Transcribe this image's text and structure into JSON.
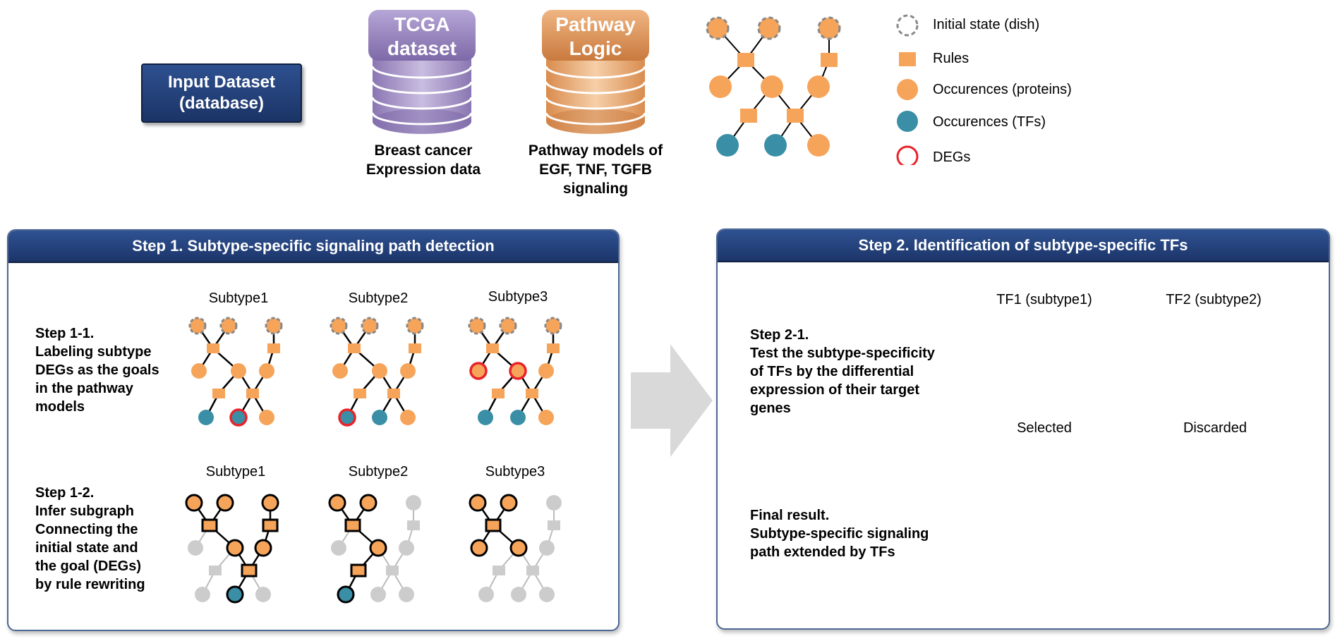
{
  "header": {
    "input_dataset": [
      "Input Dataset",
      "(database)"
    ],
    "db1": {
      "title": [
        "TCGA",
        "dataset"
      ],
      "caption": [
        "Breast cancer",
        "Expression data"
      ]
    },
    "db2": {
      "title": [
        "Pathway",
        "Logic"
      ],
      "caption": [
        "Pathway models of",
        "EGF, TNF, TGFB",
        "signaling"
      ]
    }
  },
  "legend": {
    "initial_state": "Initial state (dish)",
    "rules": "Rules",
    "occ_proteins": "Occurences (proteins)",
    "occ_tfs": "Occurences (TFs)",
    "degs": "DEGs"
  },
  "step1": {
    "title": "Step 1. Subtype-specific signaling path detection",
    "step1_1": [
      "Step 1-1.",
      "Labeling subtype",
      "DEGs as the goals",
      "in the pathway",
      "models"
    ],
    "step1_2": [
      "Step 1-2.",
      "Infer subgraph",
      "Connecting the",
      "initial state and",
      "the goal (DEGs)",
      "by rule rewriting"
    ],
    "row1_subtypes": [
      "Subtype1",
      "Subtype2",
      "Subtype3"
    ],
    "row2_subtypes": [
      "Subtype1",
      "Subtype2",
      "Subtype3"
    ]
  },
  "step2": {
    "title": "Step 2. Identification of subtype-specific TFs",
    "step2_1": [
      "Step 2-1.",
      "Test the subtype-specificity",
      "of TFs by the differential",
      "expression of their target",
      "genes"
    ],
    "tf1": {
      "label": "TF1 (subtype1)",
      "verdict": "Selected"
    },
    "tf2": {
      "label": "TF2 (subtype2)",
      "verdict": "Discarded"
    },
    "final": [
      "Final result.",
      "Subtype-specific signaling",
      "path extended by TFs"
    ]
  },
  "colors": {
    "orange": "#f6a45a",
    "teal": "#3a8fa6",
    "deg_red": "#e8232a",
    "grey_node": "#cccccc",
    "header_blue": "#233f7b",
    "tcga_purple": "#9b88bf",
    "pathway_orange": "#e29a5c"
  }
}
